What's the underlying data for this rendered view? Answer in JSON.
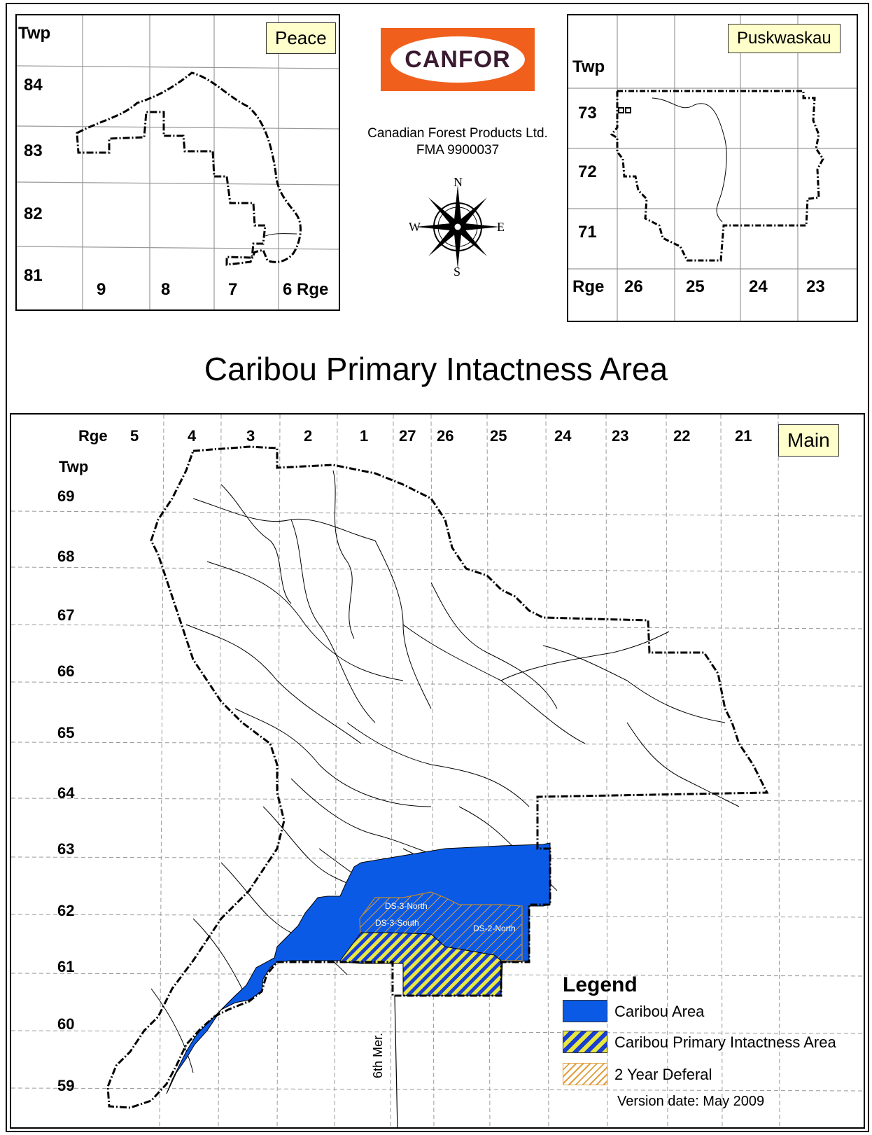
{
  "title": "Caribou Primary Intactness Area",
  "company": {
    "logo_text": "CANFOR",
    "name": "Canadian Forest Products Ltd.",
    "fma": "FMA 9900037"
  },
  "compass": {
    "n": "N",
    "s": "S",
    "e": "E",
    "w": "W"
  },
  "peace_inset": {
    "tag": "Peace",
    "twp_header": "Twp",
    "twp_labels": [
      "84",
      "83",
      "82",
      "81"
    ],
    "rge_labels": [
      "9",
      "8",
      "7",
      "6 Rge"
    ]
  },
  "puskwaskau_inset": {
    "tag": "Puskwaskau",
    "twp_header": "Twp",
    "twp_labels": [
      "73",
      "72",
      "71"
    ],
    "rge_header": "Rge",
    "rge_labels": [
      "26",
      "25",
      "24",
      "23"
    ]
  },
  "main_map": {
    "tag": "Main",
    "rge_header": "Rge",
    "rge_labels": [
      "5",
      "4",
      "3",
      "2",
      "1",
      "27",
      "26",
      "25",
      "24",
      "23",
      "22",
      "21"
    ],
    "twp_header": "Twp",
    "twp_labels": [
      "69",
      "68",
      "67",
      "66",
      "65",
      "64",
      "63",
      "62",
      "61",
      "60",
      "59"
    ],
    "meridian_label": "6th Mer.",
    "block_labels": [
      "DS-3-North",
      "DS-3-South",
      "DS-2-North"
    ]
  },
  "legend": {
    "title": "Legend",
    "items": [
      {
        "label": "Caribou Area",
        "color": "#0a5ae6"
      },
      {
        "label": "Caribou Primary Intactness Area",
        "color": "#e8e840"
      },
      {
        "label": "2 Year Deferal",
        "color": "#e0a040"
      }
    ],
    "version": "Version date: May 2009"
  },
  "colors": {
    "caribou_blue": "#0a5ae6",
    "hatch_yellow": "#e8e840",
    "deferal_orange": "#e0a040",
    "tag_fill": "#ffffcc",
    "logo_orange": "#f0601c"
  }
}
